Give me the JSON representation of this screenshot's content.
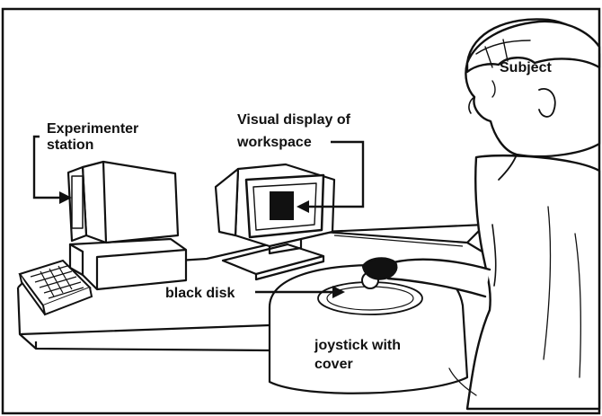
{
  "labels": {
    "subject": "Subject",
    "experimenter_line1": "Experimenter",
    "experimenter_line2": "station",
    "visual_line1": "Visual display of",
    "visual_line2": "workspace",
    "black_disk": "black disk",
    "joystick_line1": "joystick with",
    "joystick_line2": "cover"
  }
}
